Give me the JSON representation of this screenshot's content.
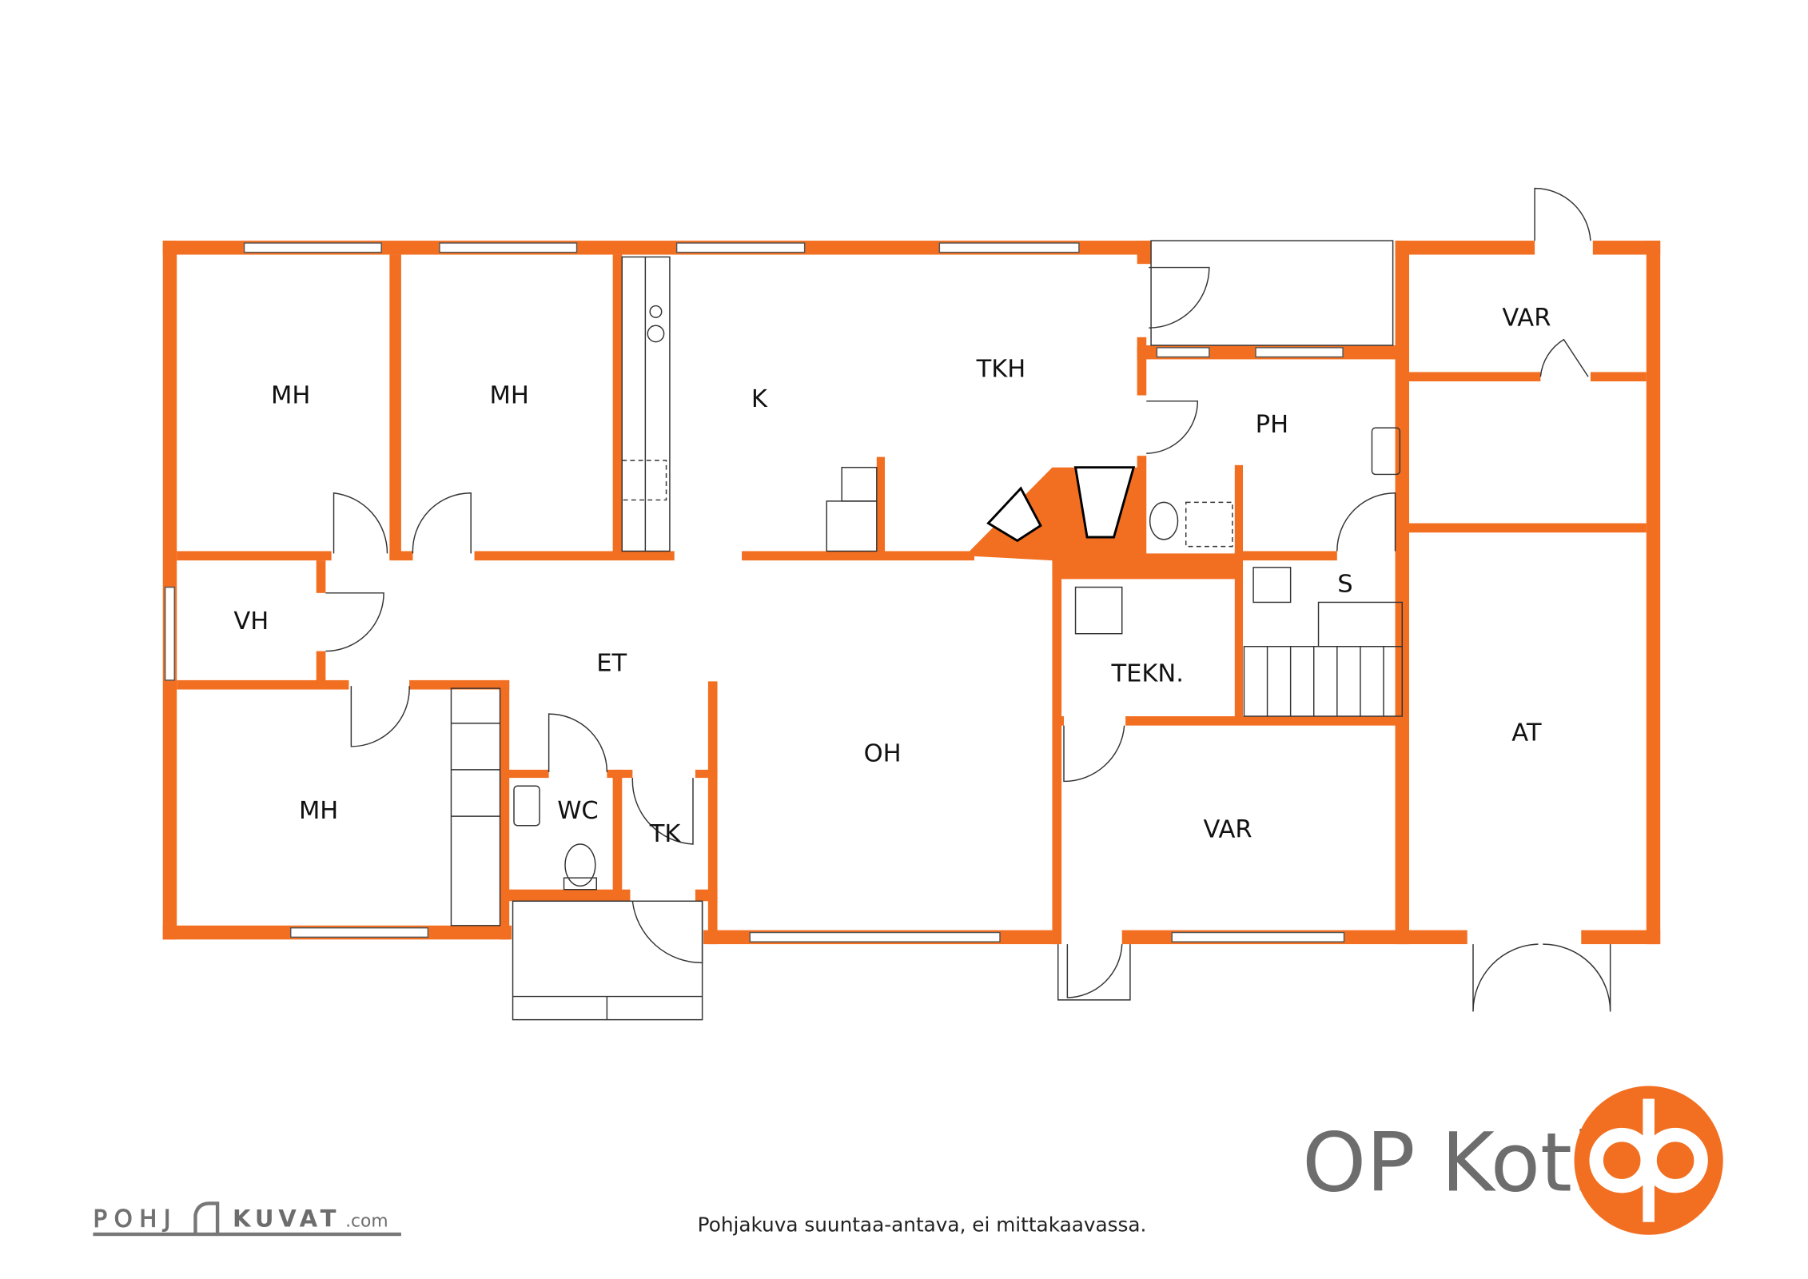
{
  "plan": {
    "rooms": {
      "mh1": "MH",
      "mh2": "MH",
      "k": "K",
      "tkh": "TKH",
      "ph": "PH",
      "var_top": "VAR",
      "vh": "VH",
      "et": "ET",
      "mh3": "MH",
      "wc": "WC",
      "tk": "TK",
      "oh": "OH",
      "s": "S",
      "tekn": "TEKN.",
      "var_mid": "VAR",
      "at": "AT"
    },
    "wall_color": "#f26f21"
  },
  "footer": {
    "caption": "Pohjakuva suuntaa-antava, ei mittakaavassa.",
    "pohjakuvat_left": "POHJ",
    "pohjakuvat_right": "KUVAT",
    "pohjakuvat_domain": ".com",
    "op_koti": "OP Koti",
    "brand_color": "#f26f21"
  }
}
